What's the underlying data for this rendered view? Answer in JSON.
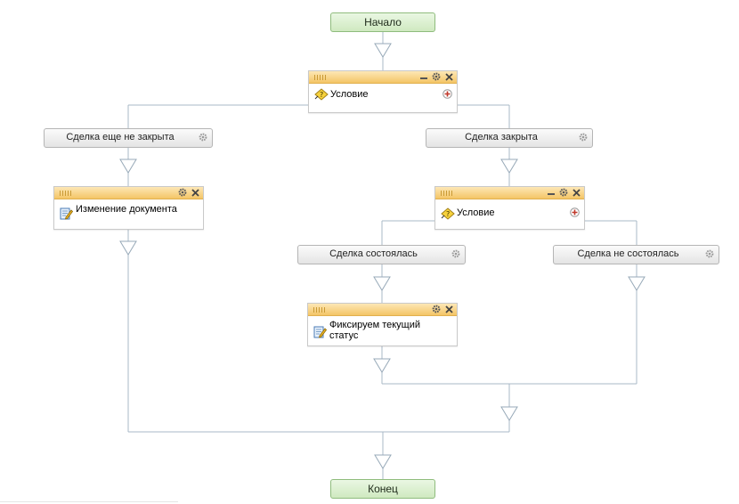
{
  "diagram": {
    "start_label": "Начало",
    "end_label": "Конец",
    "root_condition": {
      "label": "Условие",
      "branches": {
        "left": {
          "label": "Сделка еще не закрыта"
        },
        "right": {
          "label": "Сделка закрыта"
        }
      }
    },
    "left_action": {
      "label": "Изменение документа"
    },
    "right_condition": {
      "label": "Условие",
      "branches": {
        "left": {
          "label": "Сделка состоялась"
        },
        "right": {
          "label": "Сделка не состоялась"
        }
      }
    },
    "status_action": {
      "label": "Фиксируем текущий статус"
    },
    "colors": {
      "terminal_fill": "#d8efcc",
      "terminal_border": "#8fbc7d",
      "block_header": "#f6cd76",
      "connector": "#a9b9c7",
      "add_icon": "#c0392b"
    },
    "icons": {
      "settings": "gear-icon",
      "close": "close-icon",
      "minimize": "minimize-icon",
      "condition": "condition-icon",
      "edit_document": "edit-document-icon",
      "add": "add-branch-icon"
    }
  }
}
